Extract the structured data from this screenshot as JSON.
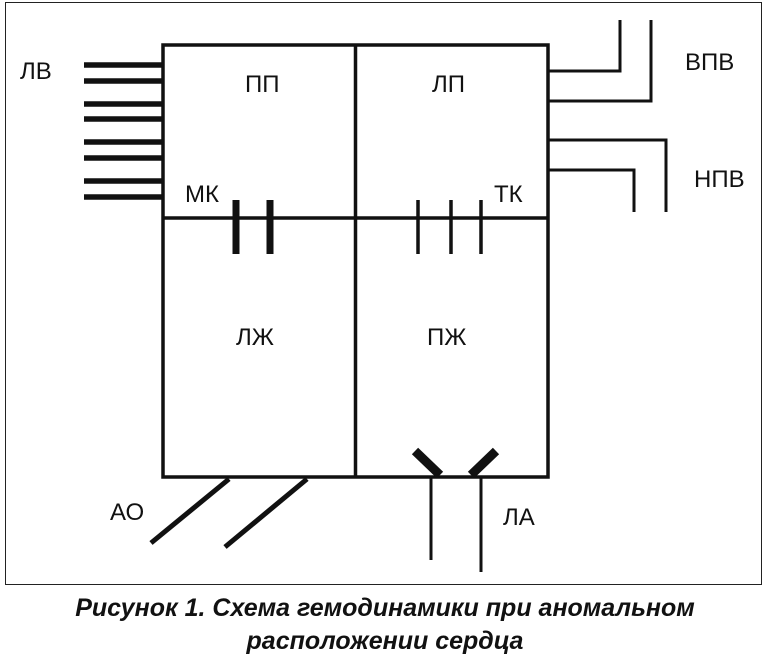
{
  "labels": {
    "lv": "ЛВ",
    "pp": "ПП",
    "lp": "ЛП",
    "vpv": "ВПВ",
    "npv": "НПВ",
    "mk": "МК",
    "tk": "ТК",
    "lzh": "ЛЖ",
    "pzh": "ПЖ",
    "ao": "АО",
    "la": "ЛА"
  },
  "caption": {
    "line1": "Рисунок 1. Схема гемодинамики при аномальном",
    "line2": "расположении сердца"
  },
  "colors": {
    "stroke": "#111111",
    "background": "#ffffff"
  }
}
